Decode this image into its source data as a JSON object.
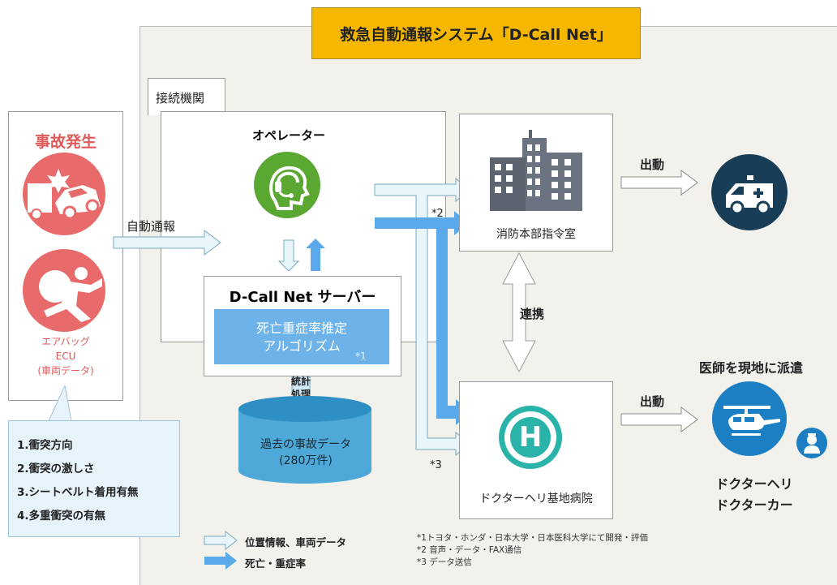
{
  "title": "救急自動通報システム「D-Call Net」",
  "connection_label": "接続機関",
  "accident": {
    "title": "事故発生",
    "airbag_line1": "エアバッグ",
    "airbag_line2": "ECU",
    "airbag_line3": "(車両データ)"
  },
  "list_items": [
    "1.衝突方向",
    "2.衝突の激しさ",
    "3.シートベルト着用有無",
    "4.多重衝突の有無"
  ],
  "auto_report": "自動通報",
  "operator": "オペレーター",
  "server": {
    "title": "D-Call Net サーバー",
    "algo_line1": "死亡重症率推定",
    "algo_line2": "アルゴリズム",
    "footnote_mark": "*1"
  },
  "stats_line1": "統計",
  "stats_line2": "処理",
  "past_data_line1": "過去の事故データ",
  "past_data_line2": "(280万件)",
  "fire_hq": "消防本部指令室",
  "coop": "連携",
  "hospital": "ドクターヘリ基地病院",
  "dispatch1": "出動",
  "dispatch2": "出動",
  "send_doctor": "医師を現地に派遣",
  "doctor_heli": "ドクターヘリ",
  "doctor_car": "ドクターカー",
  "mark2": "*2",
  "mark3": "*3",
  "legend": {
    "item1": "位置情報、車両データ",
    "item2": "死亡・重症率"
  },
  "notes": [
    "*1トヨタ・ホンダ・日本大学・日本医科大学にて開発・評価",
    "*2 音声・データ・FAX通信",
    "*3 データ送信"
  ],
  "colors": {
    "accent_orange": "#f5b700",
    "accident_red": "#e86a6a",
    "operator_green": "#5aa832",
    "algo_blue": "#6db3ea",
    "hospital_teal": "#2ab3a8",
    "ambulance_navy": "#173e56",
    "heli_blue": "#1c7fc4",
    "light_arrow": "#e8f6fb",
    "blue_arrow": "#5aa9ea"
  }
}
